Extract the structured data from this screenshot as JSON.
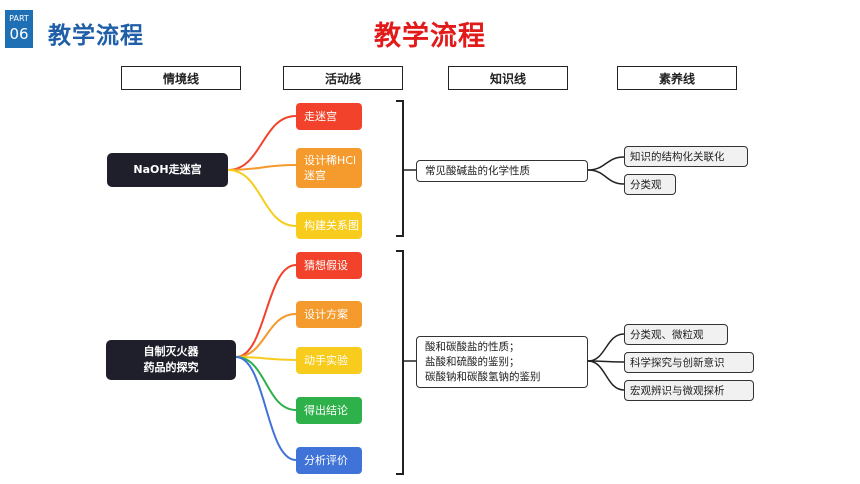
{
  "header": {
    "part_label": "PART",
    "part_number": "06",
    "left_title": "教学流程",
    "main_title": "教学流程"
  },
  "columns": [
    "情境线",
    "活动线",
    "知识线",
    "素养线"
  ],
  "situations": [
    {
      "lines": [
        "NaOH走迷宫"
      ],
      "activities": [
        {
          "lines": [
            "走迷宫"
          ],
          "color": "#f2422b"
        },
        {
          "lines": [
            "设计稀HCl",
            "迷宫"
          ],
          "color": "#f59a2c"
        },
        {
          "lines": [
            "构建关系图"
          ],
          "color": "#f7cc1d"
        }
      ],
      "knowledge": [
        "常见酸碱盐的化学性质"
      ],
      "literacy": [
        "知识的结构化关联化",
        "分类观"
      ]
    },
    {
      "lines": [
        "自制灭火器",
        "药品的探究"
      ],
      "activities": [
        {
          "lines": [
            "猜想假设"
          ],
          "color": "#f2422b"
        },
        {
          "lines": [
            "设计方案"
          ],
          "color": "#f59a2c"
        },
        {
          "lines": [
            "动手实验"
          ],
          "color": "#f7cc1d"
        },
        {
          "lines": [
            "得出结论"
          ],
          "color": "#2eb04a"
        },
        {
          "lines": [
            "分析评价"
          ],
          "color": "#3f73d8"
        }
      ],
      "knowledge": [
        "酸和碳酸盐的性质；",
        "盐酸和硫酸的鉴别；",
        "碳酸钠和碳酸氢钠的鉴别"
      ],
      "literacy": [
        "分类观、微粒观",
        "科学探究与创新意识",
        "宏观辨识与微观探析"
      ]
    }
  ]
}
